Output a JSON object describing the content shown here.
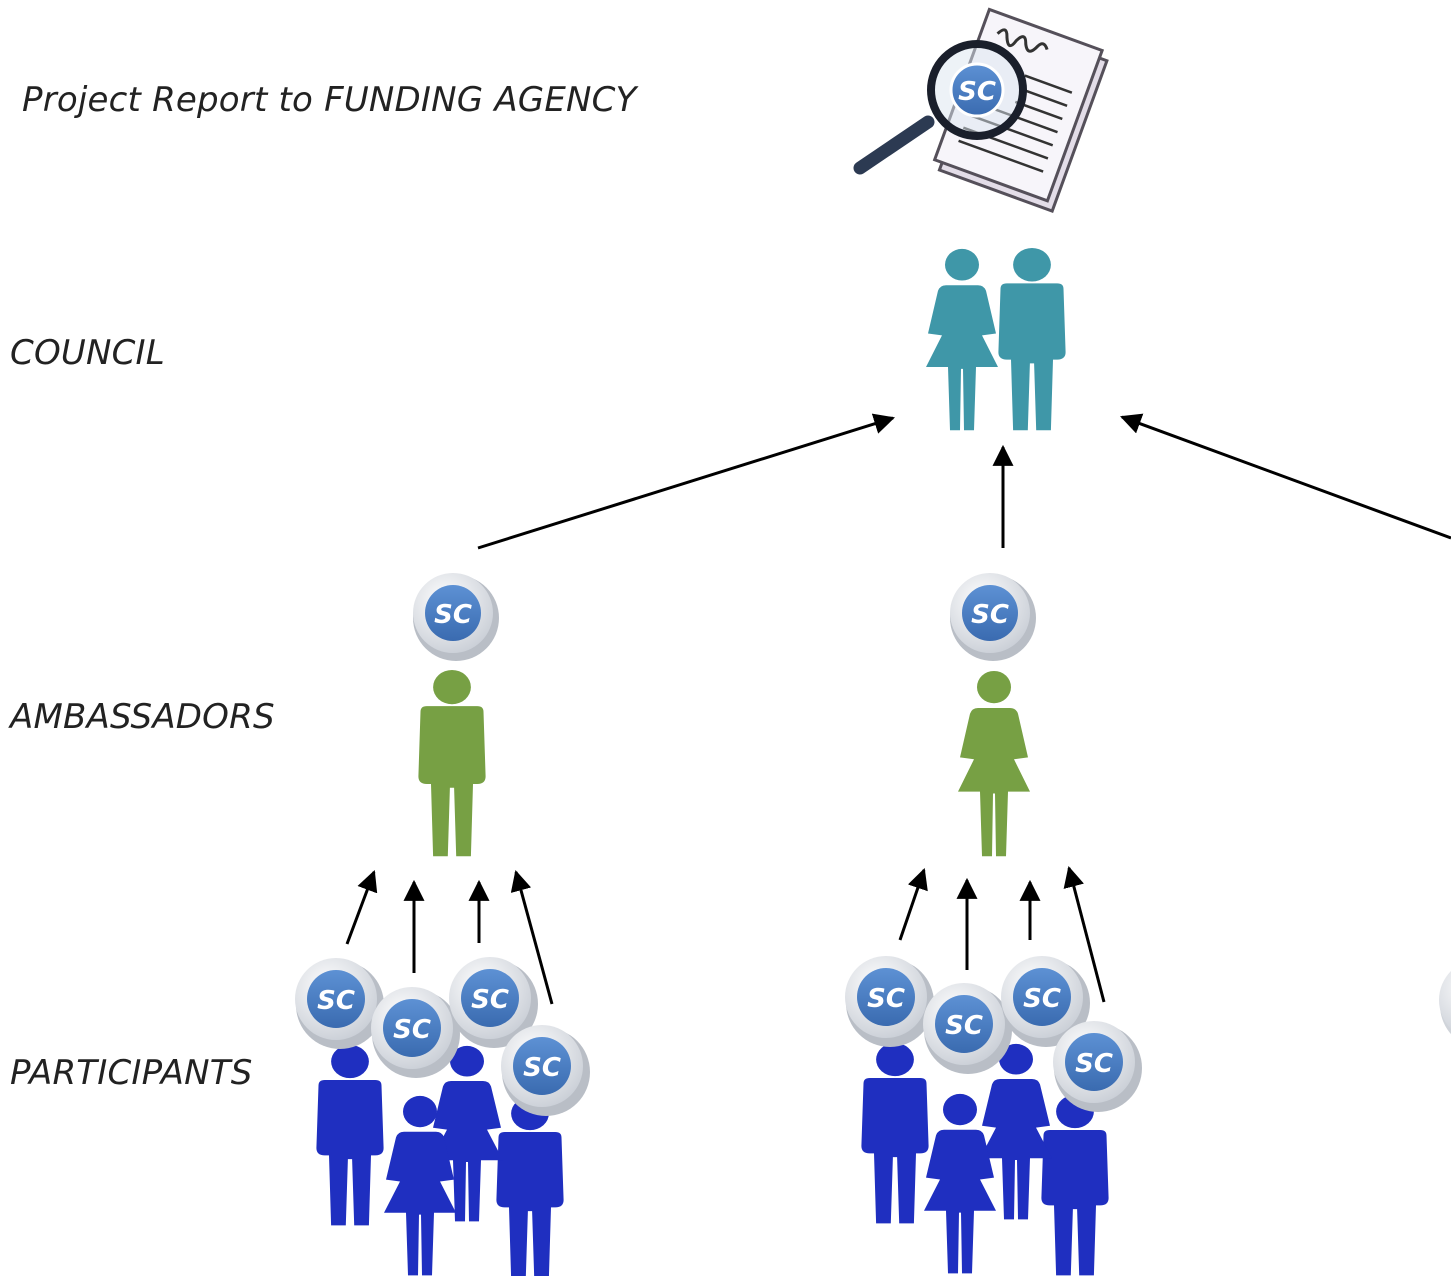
{
  "labels": {
    "report": "Project Report to FUNDING AGENCY",
    "council": "COUNCIL",
    "ambassadors": "AMBASSADORS",
    "participants": "PARTICIPANTS"
  },
  "badge_text": "SC",
  "colors": {
    "council": "#3f97a8",
    "ambassador": "#77a044",
    "participant": "#1f2fc0",
    "badge_fill": "#4a7fc4",
    "arrow": "#000000"
  }
}
